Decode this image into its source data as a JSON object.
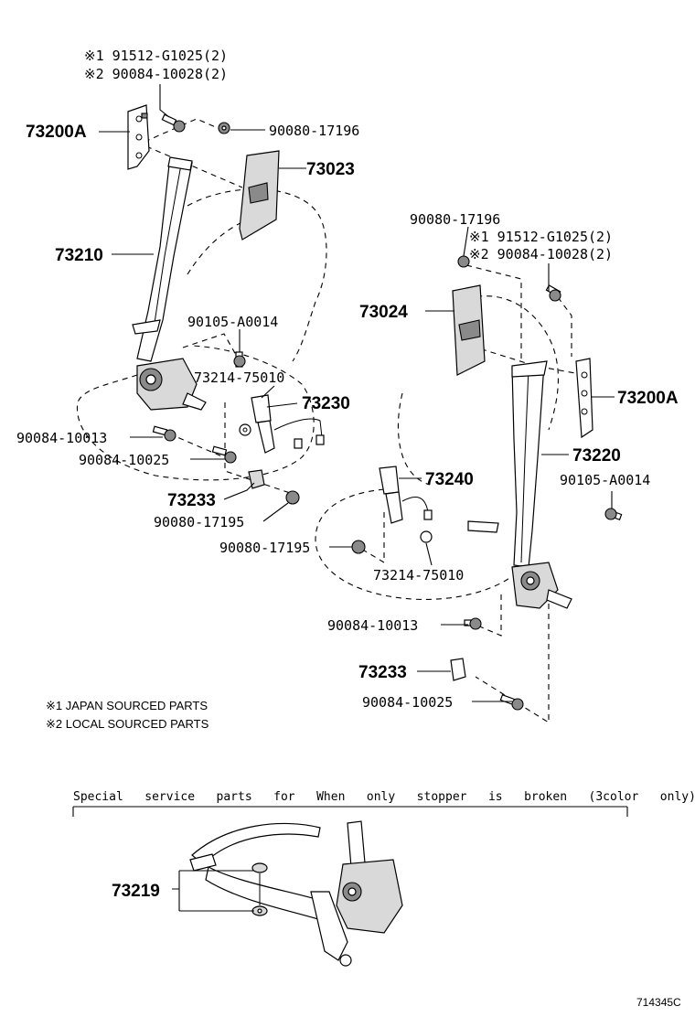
{
  "labels": {
    "l_91512_top": "※1 91512-G1025(2)",
    "l_90084_10028_top": "※2 90084-10028(2)",
    "l_73200A_left": "73200A",
    "l_90080_17196_top": "90080-17196",
    "l_73023": "73023",
    "l_73210": "73210",
    "l_90105_left": "90105-A0014",
    "l_73214_left": "73214-75010",
    "l_73230": "73230",
    "l_90084_10013_left": "90084-10013",
    "l_90084_10025_left": "90084-10025",
    "l_73233_left": "73233",
    "l_90080_17195_left": "90080-17195",
    "l_90080_17196_right": "90080-17196",
    "l_91512_right": "※1 91512-G1025(2)",
    "l_90084_10028_right": "※2 90084-10028(2)",
    "l_73024": "73024",
    "l_73200A_right": "73200A",
    "l_73220": "73220",
    "l_90105_right": "90105-A0014",
    "l_73240": "73240",
    "l_90080_17195_right": "90080-17195",
    "l_73214_right": "73214-75010",
    "l_90084_10013_right": "90084-10013",
    "l_73233_right": "73233",
    "l_90084_10025_right": "90084-10025",
    "l_73219": "73219"
  },
  "notes": {
    "japan": "※1  JAPAN SOURCED PARTS",
    "local": "※2  LOCAL SOURCED PARTS"
  },
  "special": {
    "title": "Special   service   parts   for   When   only   stopper   is   broken   (3color   only)"
  },
  "diagram_id": "714345C"
}
